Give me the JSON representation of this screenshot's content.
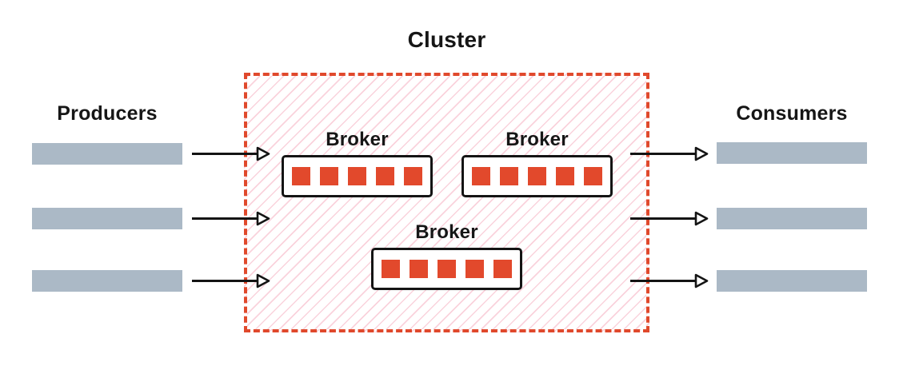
{
  "diagram": {
    "cluster_label": "Cluster",
    "producers_label": "Producers",
    "consumers_label": "Consumers",
    "producers": {
      "count": 3
    },
    "consumers": {
      "count": 3
    },
    "brokers": [
      {
        "label": "Broker",
        "partitions": 5
      },
      {
        "label": "Broker",
        "partitions": 5
      },
      {
        "label": "Broker",
        "partitions": 5
      }
    ],
    "colors": {
      "accent_red": "#e0492c",
      "partition_red": "#e2492c",
      "hatch_pink": "#f6c3d0",
      "bar_gray": "#abb9c6",
      "outline_black": "#141414"
    }
  }
}
